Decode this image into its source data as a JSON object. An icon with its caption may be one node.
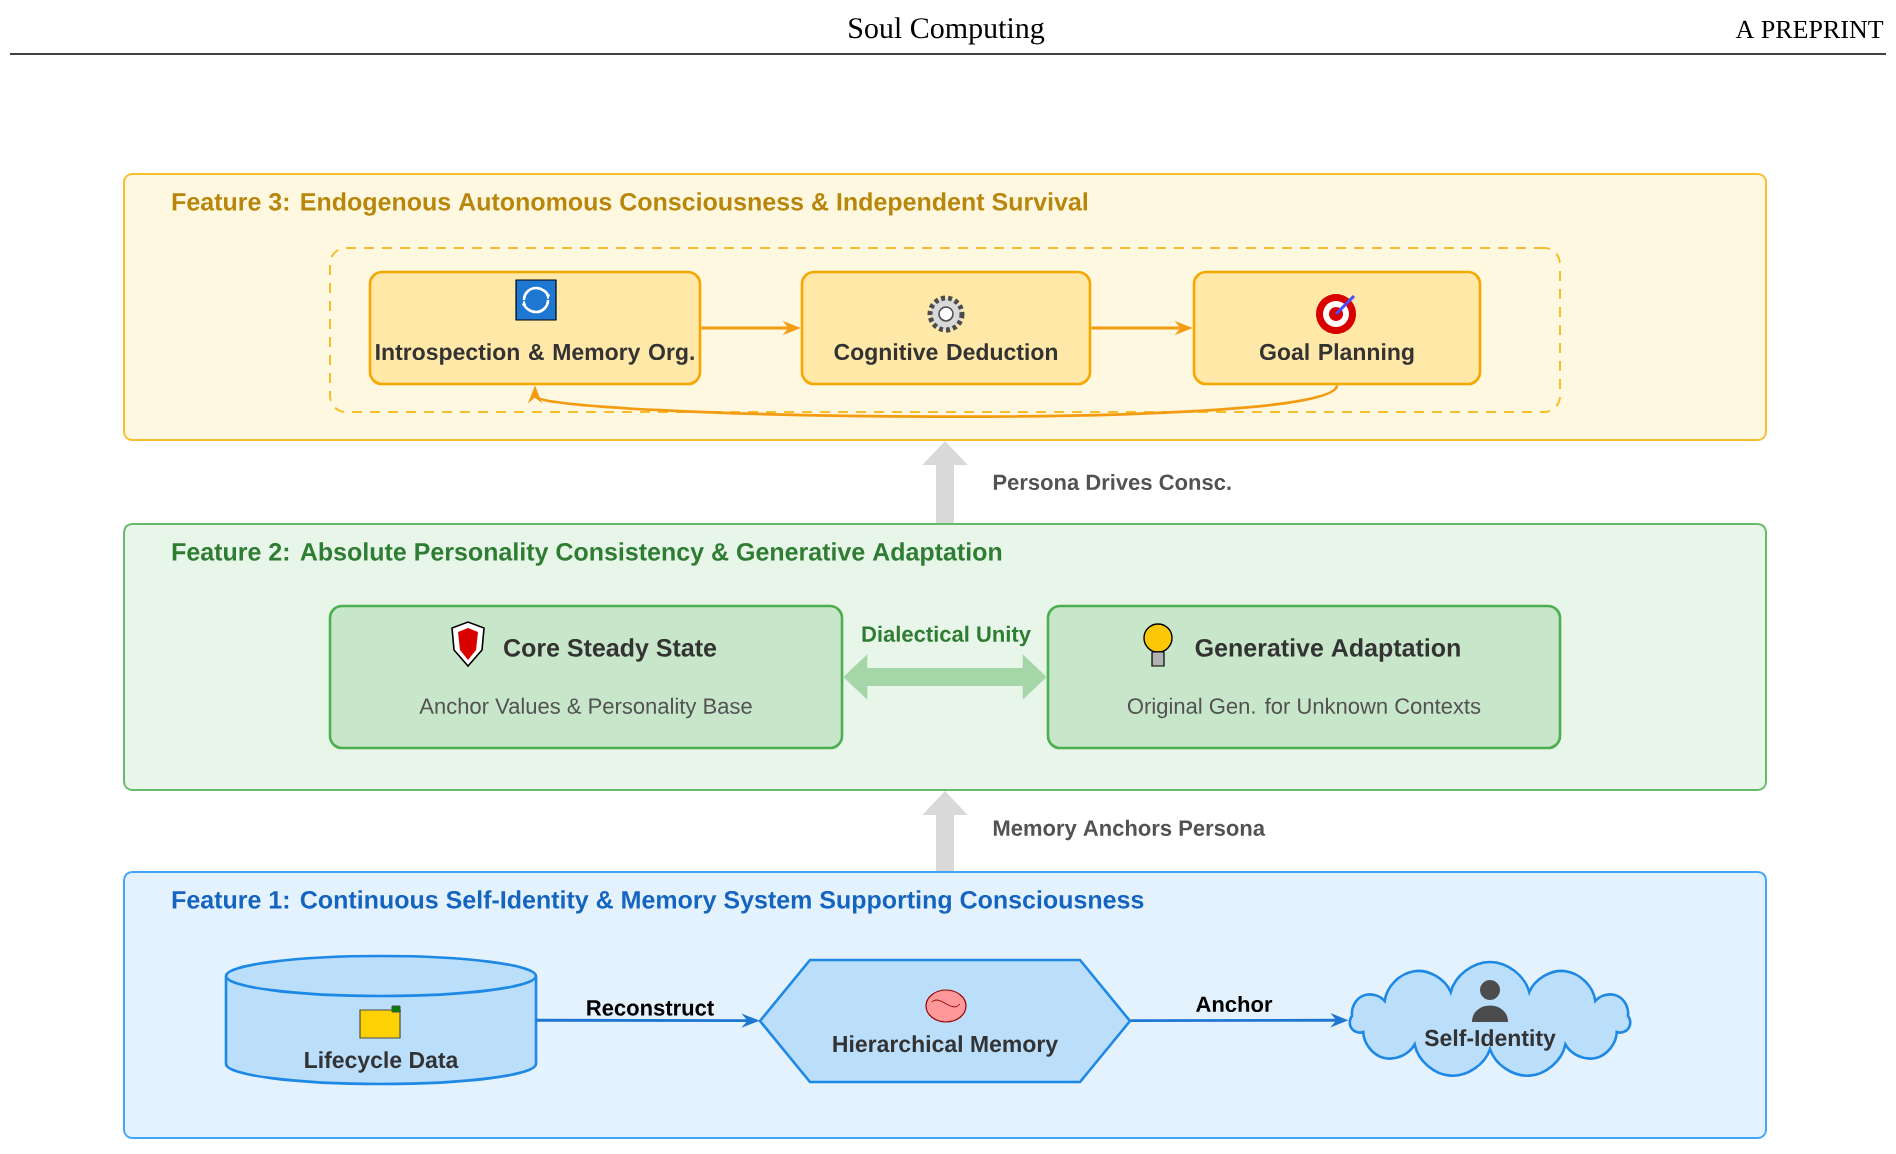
{
  "diagram": {
    "nodes": [
      {
        "text": [
          "Feature 3: Endogenous Autonomous Consciousness & Independent Survival"
        ]
      },
      {
        "text": [],
        "shape": "box",
        "in": 0
      },
      {
        "text": [
          "Introspection & Memory Org."
        ],
        "in": 1
      },
      {
        "text": [
          "Cognitive Deduction"
        ],
        "in": 1
      },
      {
        "text": [
          "Goal Planning"
        ],
        "in": 1
      },
      {
        "text": [
          "Feature 2: Absolute Personality Consistency & Generative Adaptation"
        ]
      },
      {
        "text": [
          "Core Steady State",
          "Anchor Values & Personality Base"
        ],
        "in": 5
      },
      {
        "text": [
          "Generative Adaptation",
          "Original Gen. for Unknown Contexts"
        ],
        "in": 5
      },
      {
        "text": [
          "Feature 1: Continuous Self-Identity & Memory System Supporting Consciousness"
        ]
      },
      {
        "text": [
          "Lifecycle Data"
        ],
        "in": 8
      },
      {
        "text": [
          "Hierarchical Memory"
        ],
        "in": 8
      },
      {
        "text": [
          "Self-Identity"
        ],
        "in": 8
      }
    ],
    "edges": [
      {
        "from": 2,
        "to": 3,
        "arrow": "to",
        "color": "#f39c12"
      },
      {
        "from": 3,
        "to": 4,
        "arrow": "to",
        "color": "#f39c12"
      },
      {
        "from": 4,
        "to": 2,
        "arrow": "to",
        "color": "#f39c12"
      },
      {
        "from": 6,
        "to": 7,
        "arrow": "both",
        "label": "Dialectical Unity",
        "style": "thick",
        "color": "#a5d6a7"
      },
      {
        "from": 8,
        "to": 5,
        "arrow": "to",
        "label": "Memory Anchors Persona",
        "style": "thick",
        "color": "#d9d9d9"
      },
      {
        "from": 5,
        "to": 0,
        "arrow": "to",
        "label": "Persona Drives Consc.",
        "style": "thick",
        "color": "#d9d9d9"
      },
      {
        "from": 9,
        "to": 10,
        "arrow": "to",
        "label": "Reconstruct",
        "color": "#1e78d2"
      },
      {
        "from": 10,
        "to": 11,
        "arrow": "to",
        "label": "Anchor",
        "color": "#1e78d2"
      }
    ],
    "labels": [
      "Soul Computing",
      "A PREPRINT"
    ]
  }
}
